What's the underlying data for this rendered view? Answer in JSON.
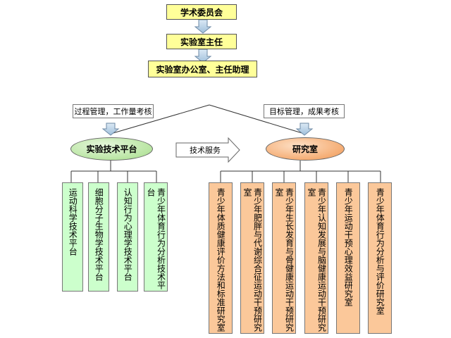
{
  "top": {
    "committee": "学术委员会",
    "director": "实验室主任",
    "office": "实验室办公室、主任助理"
  },
  "left_branch": {
    "note": "过程管理，工作量考核",
    "node": "实验技术平台",
    "platforms": [
      "运动科学技术平台",
      "细胞分子生物学技术平台",
      "认知行为心理学技术平台",
      "青少年体育行为分析技术平台"
    ]
  },
  "service_arrow": "技术服务",
  "right_branch": {
    "note": "目标管理，成果考核",
    "node": "研究室",
    "labs": [
      "青少年体质健康评价方法和标准研究室",
      "青少年肥胖与代谢综合征运动干预研究室",
      "青少年生长发育与骨健康运动干预研究室",
      "青少年认知发展与脑健康运动干预研究室",
      "青少年运动干预心理效益研究室",
      "青少年体育行为分析与评价研究室"
    ]
  },
  "colors": {
    "top_fill": "#ffff99",
    "arrow_fill": "#b9d3e8",
    "green_fill": "#ccffcc",
    "orange_fill": "#fbc89a",
    "ellipse_green": "#b9e5a2",
    "ellipse_orange": "#f5ad74"
  }
}
